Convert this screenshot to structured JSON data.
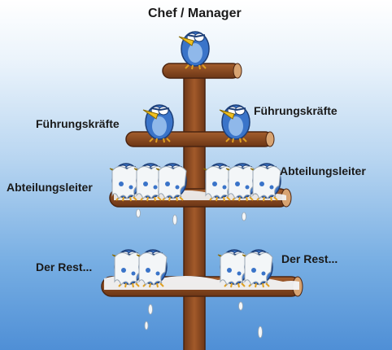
{
  "labels": {
    "chef": "Chef / Manager",
    "fuehrung_left": "Führungskräfte",
    "fuehrung_right": "Führungskräfte",
    "abteilung_left": "Abteilungsleiter",
    "abteilung_right": "Abteilungsleiter",
    "rest_left": "Der Rest...",
    "rest_right": "Der Rest..."
  },
  "colors": {
    "bird_blue": "#3a74c9",
    "beak_yellow": "#f0c020",
    "wood": "#8a4a22",
    "droppings": "#f3f6f8"
  }
}
